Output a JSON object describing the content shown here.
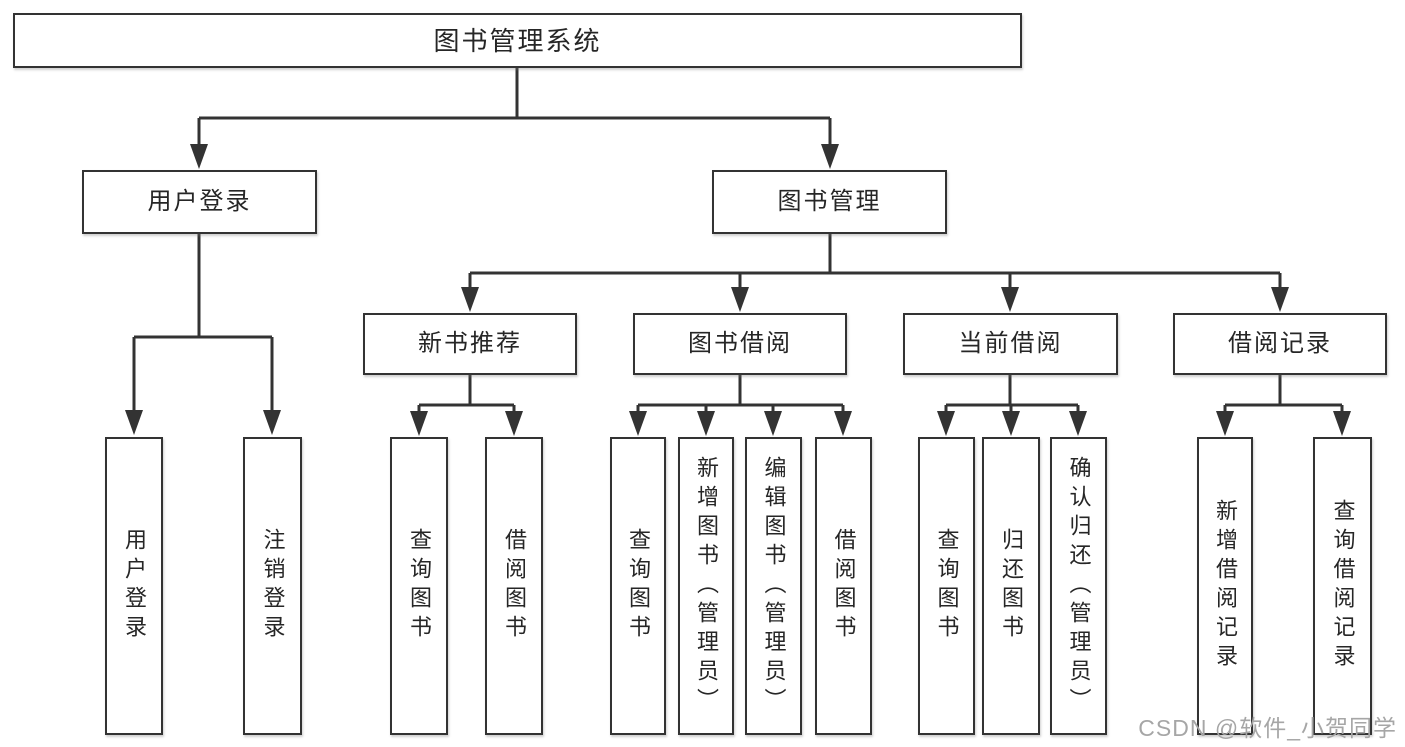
{
  "tree": {
    "root": {
      "label": "图书管理系统"
    },
    "branches": [
      {
        "label": "用户登录",
        "children": [
          {
            "label": "用户登录"
          },
          {
            "label": "注销登录"
          }
        ]
      },
      {
        "label": "图书管理",
        "children": [
          {
            "label": "新书推荐",
            "children": [
              {
                "label": "查询图书"
              },
              {
                "label": "借阅图书"
              }
            ]
          },
          {
            "label": "图书借阅",
            "children": [
              {
                "label": "查询图书"
              },
              {
                "label": "新增图书（管理员）"
              },
              {
                "label": "编辑图书（管理员）"
              },
              {
                "label": "借阅图书"
              }
            ]
          },
          {
            "label": "当前借阅",
            "children": [
              {
                "label": "查询图书"
              },
              {
                "label": "归还图书"
              },
              {
                "label": "确认归还（管理员）"
              }
            ]
          },
          {
            "label": "借阅记录",
            "children": [
              {
                "label": "新增借阅记录"
              },
              {
                "label": "查询借阅记录"
              }
            ]
          }
        ]
      }
    ]
  },
  "watermark": {
    "text": "CSDN @软件_小贺同学"
  },
  "colors": {
    "line": "#333333",
    "text": "#262626",
    "canvas": "#ffffff",
    "watermark": "#a6a6a6"
  }
}
